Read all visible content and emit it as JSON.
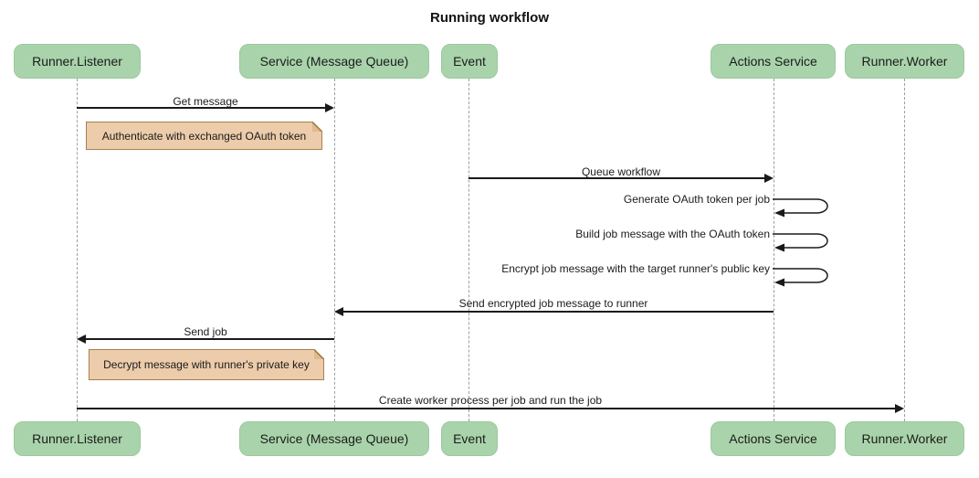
{
  "title": "Running workflow",
  "diagram_type": "sequence-diagram",
  "participants": [
    {
      "label": "Runner.Listener"
    },
    {
      "label": "Service (Message Queue)"
    },
    {
      "label": "Event"
    },
    {
      "label": "Actions Service"
    },
    {
      "label": "Runner.Worker"
    }
  ],
  "messages": [
    {
      "label": "Get message",
      "from": "Runner.Listener",
      "to": "Service (Message Queue)",
      "type": "arrow-right"
    },
    {
      "label": "Queue workflow",
      "from": "Event",
      "to": "Actions Service",
      "type": "arrow-right"
    },
    {
      "label": "Generate OAuth token per job",
      "from": "Actions Service",
      "to": "Actions Service",
      "type": "self-loop"
    },
    {
      "label": "Build job message with the OAuth token",
      "from": "Actions Service",
      "to": "Actions Service",
      "type": "self-loop"
    },
    {
      "label": "Encrypt job message with the target runner's public key",
      "from": "Actions Service",
      "to": "Actions Service",
      "type": "self-loop"
    },
    {
      "label": "Send encrypted job message to runner",
      "from": "Actions Service",
      "to": "Service (Message Queue)",
      "type": "arrow-left"
    },
    {
      "label": "Send job",
      "from": "Service (Message Queue)",
      "to": "Runner.Listener",
      "type": "arrow-left"
    },
    {
      "label": "Create worker process per job and run the job",
      "from": "Runner.Listener",
      "to": "Runner.Worker",
      "type": "arrow-right"
    }
  ],
  "notes": [
    {
      "label": "Authenticate with exchanged OAuth token",
      "anchor": "Runner.Listener"
    },
    {
      "label": "Decrypt message with runner's private key",
      "anchor": "Runner.Listener"
    }
  ],
  "colors": {
    "actor_fill": "#a9d4ab",
    "actor_border": "#9bc89e",
    "note_fill": "#ecccaa",
    "note_border": "#a87f4f",
    "line": "#1a1a1a",
    "lifeline": "#9e9e9e",
    "background": "#ffffff",
    "text": "#1b1b1b"
  }
}
